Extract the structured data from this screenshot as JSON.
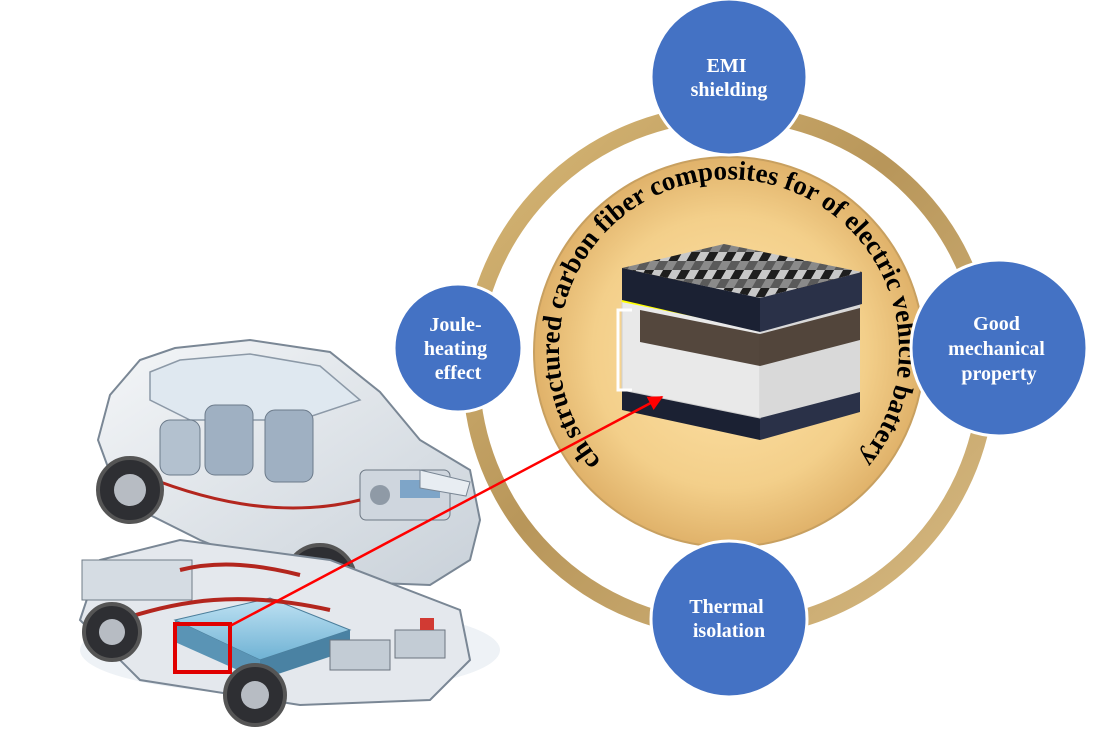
{
  "center_label": "Sandwich structured carbon fiber composites for of electric vehicle battery casings",
  "nodes": {
    "top": {
      "lines": [
        "EMI",
        "shielding"
      ]
    },
    "right": {
      "lines": [
        "Good",
        "mechanical",
        "property"
      ]
    },
    "bottom": {
      "lines": [
        "Thermal",
        "isolation"
      ]
    },
    "left": {
      "lines": [
        "Joule-",
        "heating",
        "effect"
      ]
    }
  },
  "colors": {
    "ring": "#c9a866",
    "node_fill": "#4472c4",
    "node_stroke": "#ffffff",
    "arrow": "#ff0000",
    "highlight_box": "#e00000",
    "layer_yellow": "#ffff00",
    "core_face": "#e9e9e9"
  }
}
